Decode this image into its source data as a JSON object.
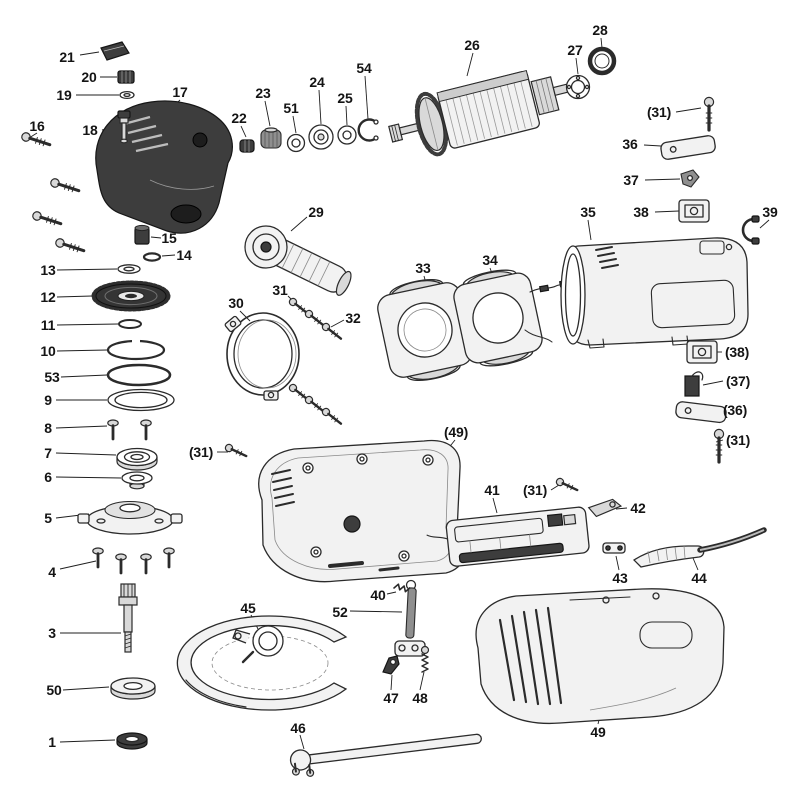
{
  "diagram": {
    "kind": "exploded-parts-diagram",
    "subject": "Angle grinder exploded parts view",
    "colors": {
      "background": "#ffffff",
      "line": "#2b2b2b",
      "dark_fill": "#3d3d3d"
    },
    "labels": [
      {
        "id": "21",
        "text": "21"
      },
      {
        "id": "20",
        "text": "20"
      },
      {
        "id": "19",
        "text": "19"
      },
      {
        "id": "17",
        "text": "17"
      },
      {
        "id": "16",
        "text": "16"
      },
      {
        "id": "18",
        "text": "18"
      },
      {
        "id": "22",
        "text": "22"
      },
      {
        "id": "23",
        "text": "23"
      },
      {
        "id": "51",
        "text": "51"
      },
      {
        "id": "24",
        "text": "24"
      },
      {
        "id": "25",
        "text": "25"
      },
      {
        "id": "54",
        "text": "54"
      },
      {
        "id": "26",
        "text": "26"
      },
      {
        "id": "27",
        "text": "27"
      },
      {
        "id": "28",
        "text": "28"
      },
      {
        "id": "31-paren-top-right",
        "text": "(31)"
      },
      {
        "id": "36",
        "text": "36"
      },
      {
        "id": "37",
        "text": "37"
      },
      {
        "id": "35",
        "text": "35"
      },
      {
        "id": "38",
        "text": "38"
      },
      {
        "id": "39",
        "text": "39"
      },
      {
        "id": "29",
        "text": "29"
      },
      {
        "id": "15",
        "text": "15"
      },
      {
        "id": "14",
        "text": "14"
      },
      {
        "id": "13",
        "text": "13"
      },
      {
        "id": "12",
        "text": "12"
      },
      {
        "id": "11",
        "text": "11"
      },
      {
        "id": "10",
        "text": "10"
      },
      {
        "id": "53",
        "text": "53"
      },
      {
        "id": "9",
        "text": "9"
      },
      {
        "id": "30",
        "text": "30"
      },
      {
        "id": "31",
        "text": "31"
      },
      {
        "id": "32",
        "text": "32"
      },
      {
        "id": "33",
        "text": "33"
      },
      {
        "id": "34",
        "text": "34"
      },
      {
        "id": "8",
        "text": "8"
      },
      {
        "id": "7",
        "text": "7"
      },
      {
        "id": "6",
        "text": "6"
      },
      {
        "id": "5",
        "text": "5"
      },
      {
        "id": "38-paren",
        "text": "(38)"
      },
      {
        "id": "37-paren",
        "text": "(37)"
      },
      {
        "id": "36-paren",
        "text": "(36)"
      },
      {
        "id": "31-paren-bottom-right",
        "text": "(31)"
      },
      {
        "id": "31-paren-mid-left",
        "text": "(31)"
      },
      {
        "id": "49-paren",
        "text": "(49)"
      },
      {
        "id": "41",
        "text": "41"
      },
      {
        "id": "31-paren-switch",
        "text": "(31)"
      },
      {
        "id": "42",
        "text": "42"
      },
      {
        "id": "4",
        "text": "4"
      },
      {
        "id": "3",
        "text": "3"
      },
      {
        "id": "43",
        "text": "43"
      },
      {
        "id": "44",
        "text": "44"
      },
      {
        "id": "40",
        "text": "40"
      },
      {
        "id": "52",
        "text": "52"
      },
      {
        "id": "45",
        "text": "45"
      },
      {
        "id": "50",
        "text": "50"
      },
      {
        "id": "47",
        "text": "47"
      },
      {
        "id": "48",
        "text": "48"
      },
      {
        "id": "1",
        "text": "1"
      },
      {
        "id": "46",
        "text": "46"
      },
      {
        "id": "49",
        "text": "49"
      }
    ]
  }
}
